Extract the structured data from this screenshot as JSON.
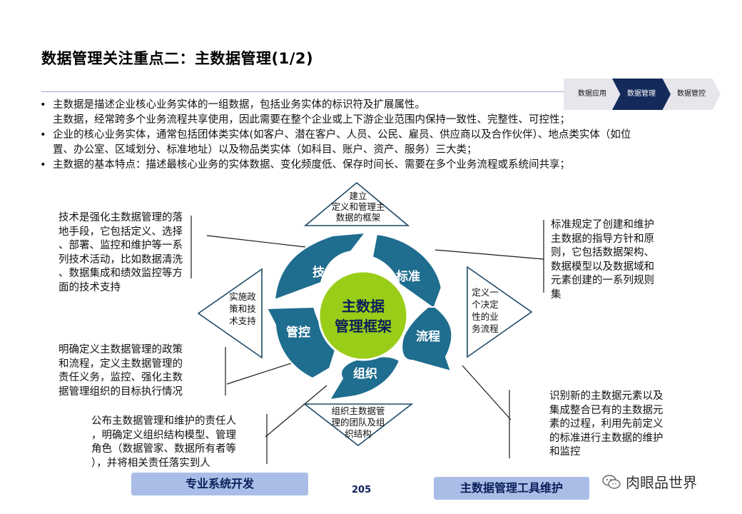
{
  "title": "数据管理关注重点二：主数据管理(1/2)",
  "nav": {
    "tabs": [
      {
        "label": "数据应用"
      },
      {
        "label": "数据管理",
        "active": true
      },
      {
        "label": "数据管控"
      }
    ]
  },
  "bullets": [
    {
      "bullet": "•",
      "lines": [
        "主数据是描述企业核心业务实体的一组数据，包括业务实体的标识符及扩展属性。",
        "主数据，经常跨多个业务流程共享使用，因此需要在整个企业或上下游企业范围内保持一致性、完整性、可控性；"
      ]
    },
    {
      "bullet": "•",
      "lines": [
        "企业的核心业务实体，通常包括团体类实体(如客户、潜在客户、人员、公民、雇员、供应商以及合作伙伴）、地点类实体（如位",
        "置、办公室、区域划分、标准地址）以及物品类实体（如科目、账户、资产、服务）三大类；"
      ]
    },
    {
      "bullet": "•",
      "lines": [
        "主数据的基本特点：描述最核心业务的实体数据、变化频度低、保存时间长、需要在多个业务流程或系统间共享；"
      ]
    }
  ],
  "diagram": {
    "center": [
      "主数据",
      "管理框架"
    ],
    "segments": [
      "技术",
      "标准",
      "流程",
      "组织",
      "管控"
    ],
    "triangles": {
      "top": [
        "建立",
        "定义和管理主",
        "数据的框架"
      ],
      "right": [
        "定义一",
        "个决定",
        "性的业",
        "务流程"
      ],
      "bottom": [
        "组织主数据管",
        "理的团队及组",
        "织结构"
      ],
      "left": [
        "实施政",
        "策和技",
        "术支持"
      ]
    }
  },
  "annotations": {
    "technology": [
      "技术是强化主数据管理的落",
      "地手段，它包括定义、选择",
      "、部署、监控和维护等一系",
      "列技术活动，比如数据清洗",
      "、数据集成和绩效监控等方",
      "面的技术支持"
    ],
    "standard": [
      "标准规定了创建和维护",
      "主数据的指导方针和原",
      "则，它包括数据架构、",
      "数据模型以及数据域和",
      "元素创建的一系列规则",
      "集"
    ],
    "control": [
      "明确定义主数据管理的政策",
      "和流程，定义主数据管理的",
      "责任义务，监控、强化主数",
      "据管理组织的目标执行情况"
    ],
    "organization": [
      "公布主数据管理和维护的责任人",
      "，明确定义组织结构模型、管理",
      "角色（数据管家、数据所有者等",
      "），并将相关责任落实到人"
    ],
    "process": [
      "识别新的主数据元素以及",
      "集成整合已有的主数据元",
      "素的过程，利用先前定义",
      "的标准进行主数据的维护",
      "和监控"
    ]
  },
  "footer": {
    "left_pill": "专业系统开发",
    "right_pill": "主数据管理工具维护",
    "page": "205",
    "watermark": "肉眼品世界"
  },
  "colors": {
    "segment": "#1f6d8f",
    "center": "#9acd18",
    "pill": "#a9bde6",
    "nav_active": "#142a5a"
  }
}
